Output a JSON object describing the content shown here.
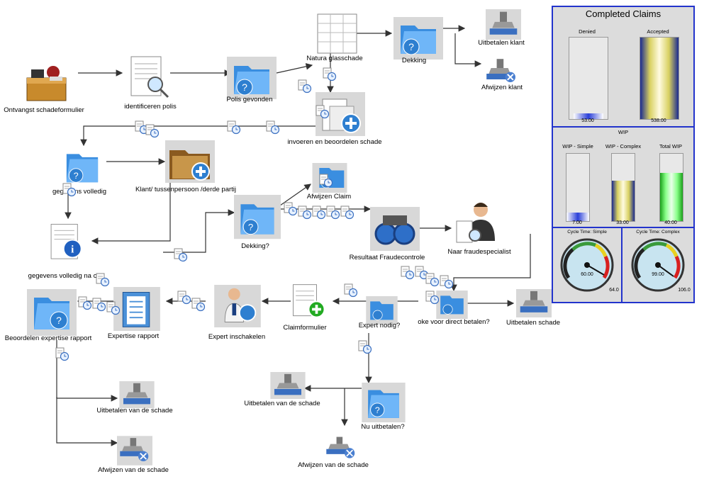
{
  "nodes": {
    "ontvangst": "Ontvangst schadeformulier",
    "identificeren": "identificeren polis",
    "polis_gevonden": "Polis gevonden",
    "natura": "Natura glasschade",
    "dekking_top": "Dekking",
    "uitbetalen_klant": "Uitbetalen klant",
    "afwijzen_klant": "Afwijzen klant",
    "invoeren": "invoeren en beoordelen schade",
    "gegevens_volledig": "gegevens volledig",
    "klant_tussen": "Klant/ tussenpersoon /derde partij",
    "afwijzen_claim": "Afwijzen Claim",
    "dekking_q": "Dekking?",
    "gegevens_na": "gegevens volledig na c",
    "resultaat": "Resultaat Fraudecontrole",
    "naar_fraude": "Naar fraudespecialist",
    "oke_direct": "oke voor direct betalen?",
    "uitbetalen_schade": "Uitbetalen schade",
    "expert_nodig": "Expert nodig?",
    "claimformulier": "Claimformulier",
    "expert_inschakelen": "Expert inschakelen",
    "expertise_rapport": "Expertise rapport",
    "beoordelen": "Beoordelen expertise rapport",
    "uitbetalen_vds_left": "Uitbetalen van de schade",
    "afwijzen_vds_left": "Afwijzen van de schade",
    "uitbetalen_vds_mid": "Uitbetalen van de schade",
    "nu_uitbetalen": "Nu uitbetalen?",
    "afwijzen_vds_mid": "Afwijzen van de schade"
  },
  "dashboard": {
    "completed_title": "Completed Claims",
    "denied_label": "Denied",
    "denied_value": "53.00",
    "denied_level": 0.07,
    "accepted_label": "Accepted",
    "accepted_value": "538.00",
    "accepted_level": 1.0,
    "wip_title": "WIP",
    "wip_simple_label": "WIP - Simple",
    "wip_simple_value": "7.00",
    "wip_simple_level": 0.12,
    "wip_complex_label": "WIP - Complex",
    "wip_complex_value": "33.00",
    "wip_complex_level": 0.6,
    "wip_total_label": "Total WIP",
    "wip_total_value": "40.00",
    "wip_total_level": 0.72,
    "cycle_simple_label": "Cycle Time: Simple",
    "cycle_simple_value": "60.00",
    "cycle_simple_max": "64.0",
    "cycle_complex_label": "Cycle Time: Complex",
    "cycle_complex_value": "99.00",
    "cycle_complex_max": "106.0"
  },
  "colors": {
    "connector": "#333333",
    "dashboard_border": "#2233cc",
    "denied_fill": "#2a3fd8",
    "accepted_fill": "#d8d060",
    "total_wip_fill": "#44ee44"
  }
}
